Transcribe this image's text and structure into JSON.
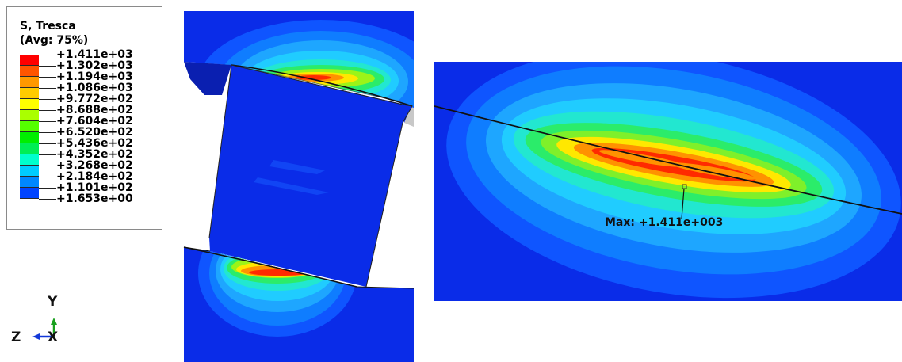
{
  "legend": {
    "title_line1": "S, Tresca",
    "title_line2": "(Avg: 75%)",
    "values": [
      "+1.411e+03",
      "+1.302e+03",
      "+1.194e+03",
      "+1.086e+03",
      "+9.772e+02",
      "+8.688e+02",
      "+7.604e+02",
      "+6.520e+02",
      "+5.436e+02",
      "+4.352e+02",
      "+3.268e+02",
      "+2.184e+02",
      "+1.101e+02",
      "+1.653e+00"
    ],
    "colors": [
      "#ff0000",
      "#ff5500",
      "#ff9900",
      "#ffcc00",
      "#ffff00",
      "#aaff00",
      "#55ff00",
      "#00ee00",
      "#00ee55",
      "#00ffcc",
      "#00ccff",
      "#0088ff",
      "#0044ff",
      "#0000e0"
    ]
  },
  "triad": {
    "y_label": "Y",
    "z_label": "Z",
    "x_label": "X"
  },
  "annotation": {
    "max_label": "Max: +1.411e+003"
  }
}
